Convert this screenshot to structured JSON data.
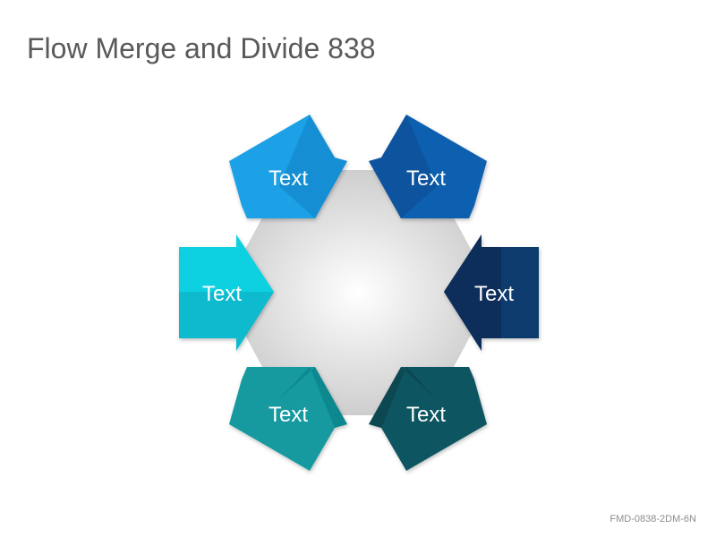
{
  "title": "Flow Merge and Divide 838",
  "footer_code": "FMD-0838-2DM-6N",
  "center": {
    "shape": "hexagon",
    "fill_light": "#ffffff",
    "fill_dark": "#c4c4c4"
  },
  "arrows": [
    {
      "id": "top-left",
      "label": "Text",
      "direction": "inward",
      "color": "#1aa0e6",
      "shade": "#0f7fc4"
    },
    {
      "id": "top-right",
      "label": "Text",
      "direction": "inward",
      "color": "#0f5fb0",
      "shade": "#0b4890"
    },
    {
      "id": "left",
      "label": "Text",
      "direction": "inward",
      "color": "#10d0e0",
      "shade": "#07a8c0"
    },
    {
      "id": "right",
      "label": "Text",
      "direction": "inward",
      "color": "#0e3a6e",
      "shade": "#06254d"
    },
    {
      "id": "bottom-left",
      "label": "Text",
      "direction": "inward",
      "color": "#129aa0",
      "shade": "#0a7a82"
    },
    {
      "id": "bottom-right",
      "label": "Text",
      "direction": "inward",
      "color": "#0d5560",
      "shade": "#073c46"
    }
  ]
}
